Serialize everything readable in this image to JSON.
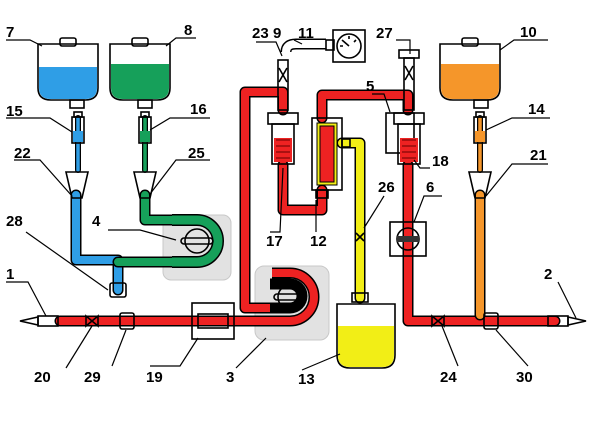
{
  "colors": {
    "blood": "#ee2222",
    "blue_fluid": "#2f9ee6",
    "green_fluid": "#16a05a",
    "orange_fluid": "#f5962a",
    "yellow_fluid": "#f2ee16",
    "pump_bg": "#e2e2e2",
    "outline": "#000000"
  },
  "labels": [
    "1",
    "2",
    "3",
    "4",
    "5",
    "6",
    "7",
    "8",
    "9",
    "10",
    "11",
    "12",
    "13",
    "14",
    "15",
    "16",
    "17",
    "18",
    "19",
    "20",
    "21",
    "22",
    "23",
    "24",
    "25",
    "26",
    "27",
    "28",
    "29",
    "30"
  ],
  "icons": [
    "iv-bag-icon",
    "drip-chamber-icon",
    "roller-pump-icon",
    "filter-cartridge-icon",
    "pressure-gauge-icon",
    "needle-icon",
    "clamp-valve-icon"
  ]
}
